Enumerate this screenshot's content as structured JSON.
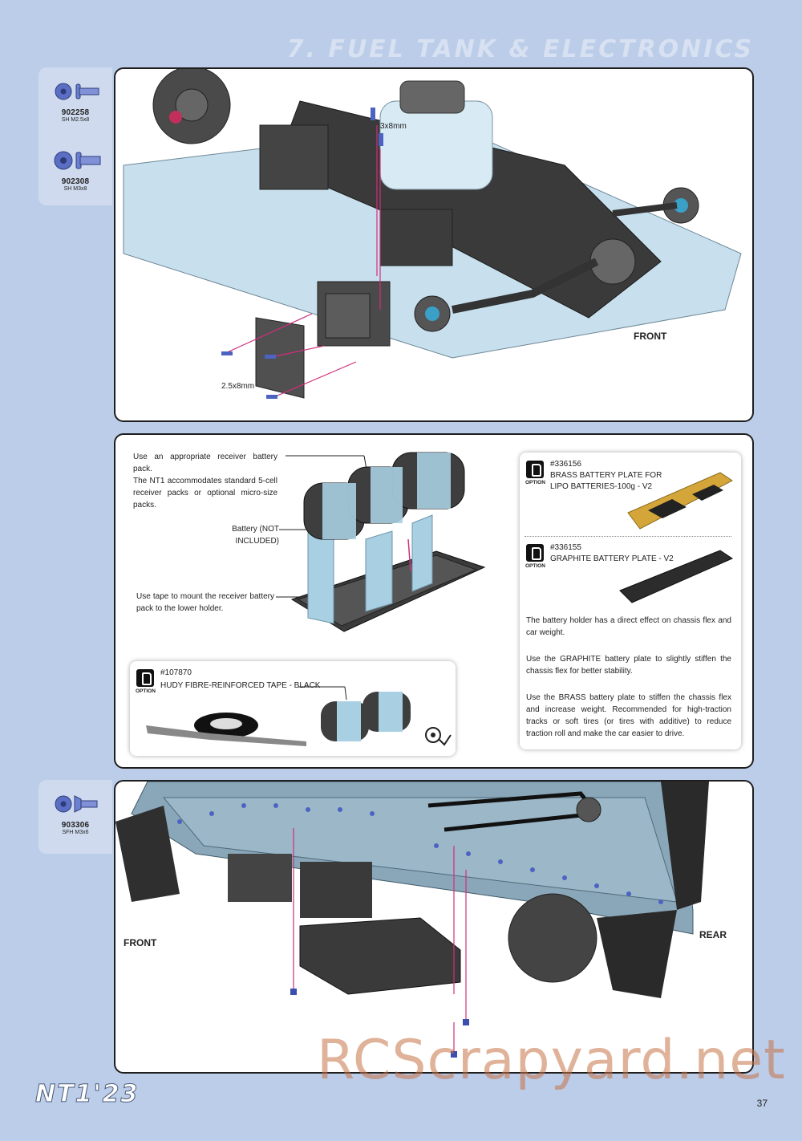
{
  "section_title": "7. FUEL TANK & ELECTRONICS",
  "parts_top": [
    {
      "code": "902258",
      "desc": "SH M2.5x8"
    },
    {
      "code": "902308",
      "desc": "SH M3x8"
    }
  ],
  "parts_bottom": [
    {
      "code": "903306",
      "desc": "SFH M3x6"
    }
  ],
  "step1": {
    "screw_label_top": "3x8mm",
    "screw_label_bottom": "2.5x8mm",
    "direction_label": "FRONT"
  },
  "step2": {
    "note_receiver": "Use an appropriate receiver battery pack.",
    "note_nt1": "The NT1 accommodates standard 5-cell receiver packs or optional micro-size packs.",
    "note_battery": "Battery (NOT INCLUDED)",
    "note_tape": "Use tape to mount the receiver battery pack to the lower holder.",
    "option_tape": {
      "number": "#107870",
      "name": "HUDY FIBRE-REINFORCED TAPE - BLACK",
      "tag": "OPTION"
    },
    "option_brass": {
      "number": "#336156",
      "name_line1": "BRASS BATTERY PLATE FOR",
      "name_line2": "LIPO BATTERIES-100g - V2",
      "tag": "OPTION"
    },
    "option_graphite": {
      "number": "#336155",
      "name": "GRAPHITE BATTERY PLATE - V2",
      "tag": "OPTION"
    },
    "info_1": "The battery holder has a direct effect on chassis flex and car weight.",
    "info_2": "Use the GRAPHITE battery plate to slightly stiffen the chassis flex for better stability.",
    "info_3": "Use the BRASS battery plate to stiffen the chassis flex and increase weight. Recommended for high-traction tracks or soft tires (or tires with additive) to reduce traction roll and make the car easier to drive."
  },
  "step3": {
    "front_label": "FRONT",
    "rear_label": "REAR"
  },
  "footer": {
    "logo": "NT1'23",
    "page_number": "37",
    "watermark": "RCScrapyard.net"
  }
}
